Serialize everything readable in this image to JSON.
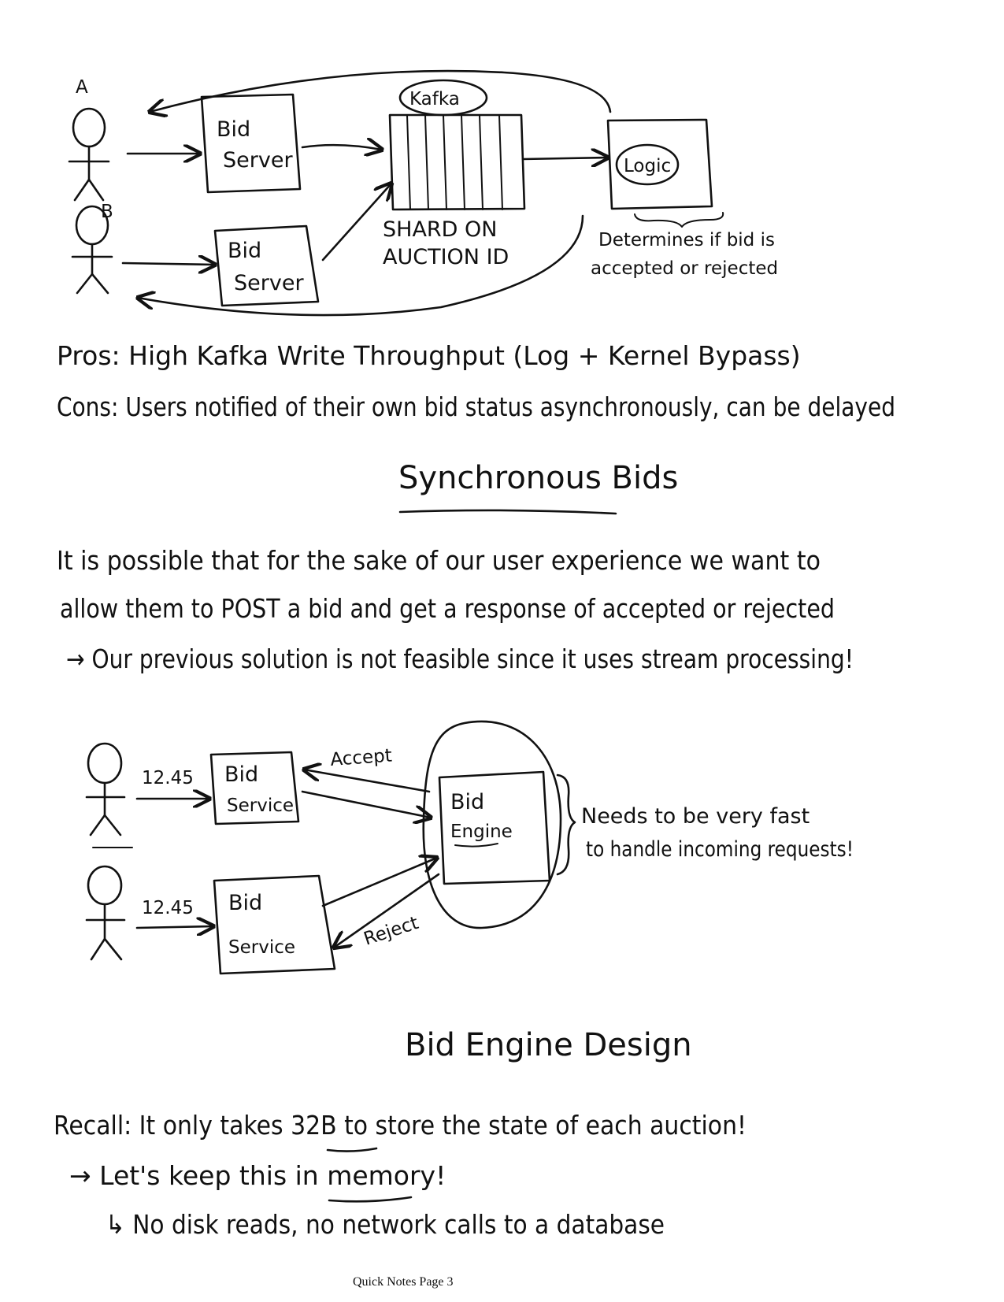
{
  "diagram_async": {
    "user_a_label": "A",
    "user_b_label": "B",
    "bid_server_1": [
      "Bid",
      "Server"
    ],
    "bid_server_2": [
      "Bid",
      "Server"
    ],
    "kafka_label": "Kafka",
    "shard_note": [
      "SHARD ON",
      "AUCTION ID"
    ],
    "logic_label": "Logic",
    "logic_note": [
      "Determines if bid is",
      "accepted or rejected"
    ]
  },
  "pros_cons": {
    "pros": "Pros: High Kafka Write Throughput (Log + Kernel Bypass)",
    "cons": "Cons: Users notified of their own bid status asynchronously, can be delayed"
  },
  "section_sync": {
    "heading": "Synchronous Bids",
    "line1": "It is possible that for the sake of our user experience we want to",
    "line2": "allow them to POST a bid and get a response of accepted or rejected",
    "line3": "→ Our previous solution is not feasible since it uses stream processing!"
  },
  "diagram_sync": {
    "latency_1": "12.45",
    "latency_2": "12.45",
    "bid_service_1": [
      "Bid",
      "Service"
    ],
    "bid_service_2": [
      "Bid",
      "Service"
    ],
    "accept_label": "Accept",
    "reject_label": "Reject",
    "engine_label": [
      "Bid",
      "Engine"
    ],
    "engine_note": [
      "Needs to be very fast",
      "to handle incoming requests!"
    ]
  },
  "section_engine": {
    "heading": "Bid Engine Design",
    "recall": "Recall: It only takes 32B to store the state of each auction!",
    "memory": "→ Let's keep this in memory!",
    "no_disk": "↳ No disk reads, no network calls to a database"
  },
  "footer": {
    "page_label": "Quick Notes Page 3"
  }
}
